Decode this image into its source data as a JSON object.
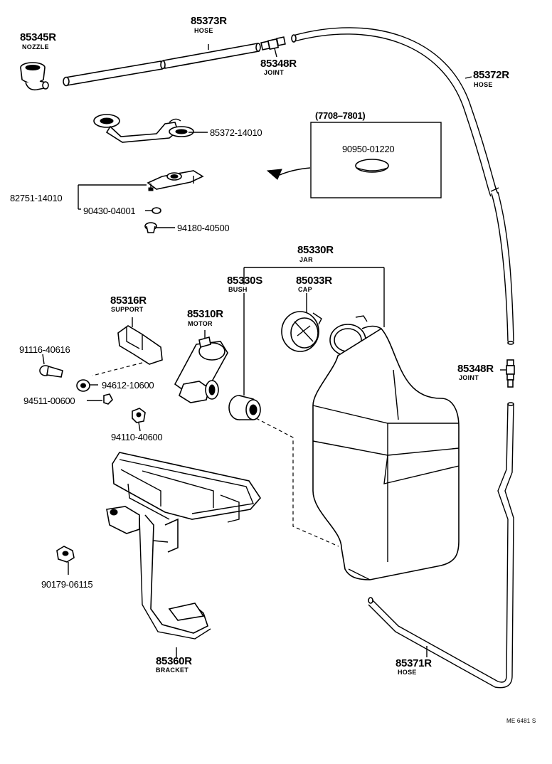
{
  "parts": {
    "nozzle": {
      "number": "85345R",
      "name": "NOZZLE"
    },
    "hose_upper": {
      "number": "85373R",
      "name": "HOSE"
    },
    "joint_upper": {
      "number": "85348R",
      "name": "JOINT"
    },
    "hose_long": {
      "number": "85372R",
      "name": "HOSE"
    },
    "hose_pipe": {
      "number": "85372-14010"
    },
    "variant": {
      "range": "(7708–7801)",
      "number": "90950-01220"
    },
    "plate": {
      "number": "82751-14010"
    },
    "washer_small": {
      "number": "90430-04001"
    },
    "clip": {
      "number": "94180-40500"
    },
    "jar": {
      "number": "85330R",
      "name": "JAR"
    },
    "bush": {
      "number": "85330S",
      "name": "BUSH"
    },
    "cap": {
      "number": "85033R",
      "name": "CAP"
    },
    "support": {
      "number": "85316R",
      "name": "SUPPORT"
    },
    "motor": {
      "number": "85310R",
      "name": "MOTOR"
    },
    "bolt": {
      "number": "91116-40616"
    },
    "washer": {
      "number": "94612-10600"
    },
    "nut_small": {
      "number": "94511-00600"
    },
    "nut": {
      "number": "94110-40600"
    },
    "joint_lower": {
      "number": "85348R",
      "name": "JOINT"
    },
    "grommet_bolt": {
      "number": "90179-06115"
    },
    "bracket": {
      "number": "85360R",
      "name": "BRACKET"
    },
    "hose_lower": {
      "number": "85371R",
      "name": "HOSE"
    }
  },
  "footer": {
    "code": "ME 6481 S"
  }
}
